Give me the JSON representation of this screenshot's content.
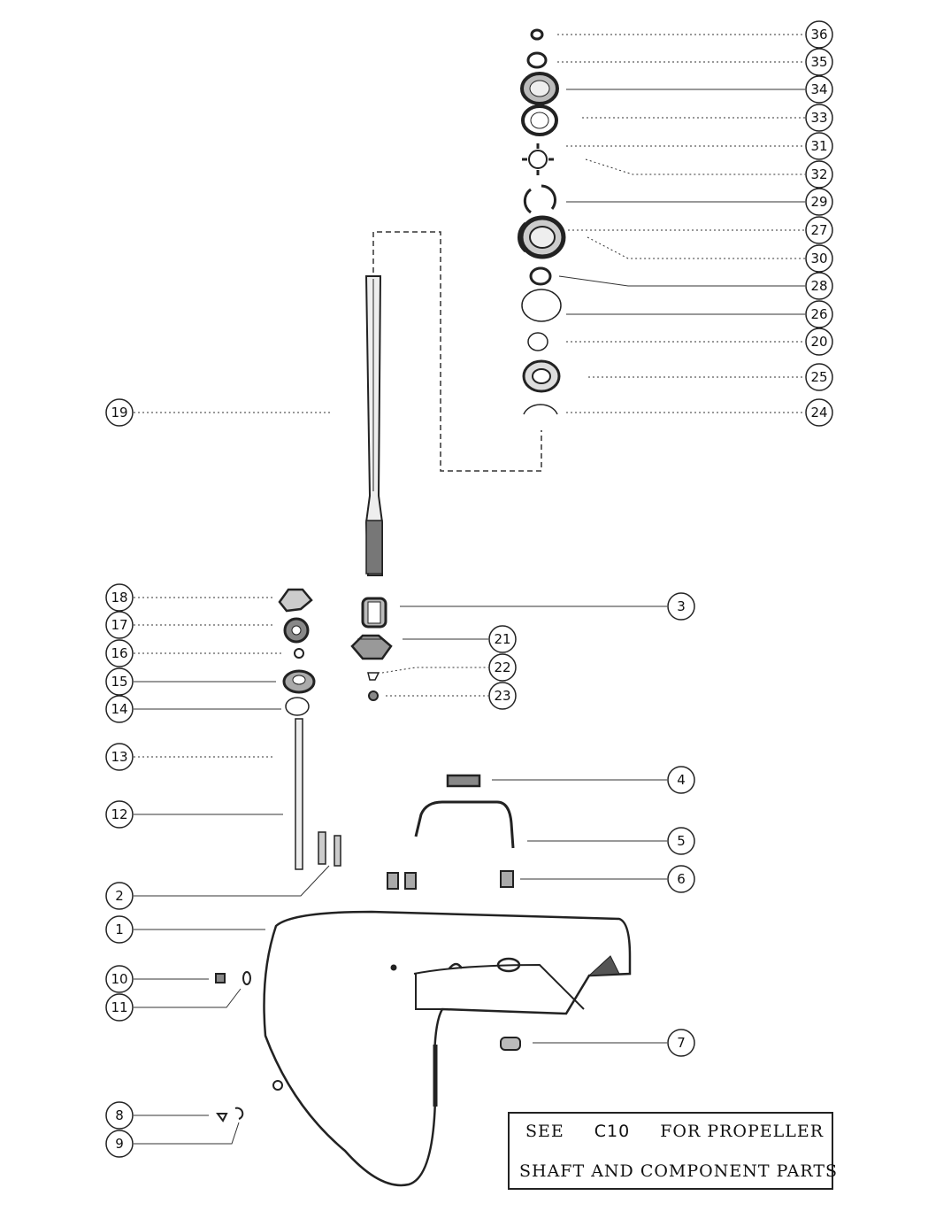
{
  "callouts": [
    {
      "id": "c36",
      "label": "36"
    },
    {
      "id": "c35",
      "label": "35"
    },
    {
      "id": "c34",
      "label": "34"
    },
    {
      "id": "c33",
      "label": "33"
    },
    {
      "id": "c31",
      "label": "31"
    },
    {
      "id": "c32",
      "label": "32"
    },
    {
      "id": "c29",
      "label": "29"
    },
    {
      "id": "c27",
      "label": "27"
    },
    {
      "id": "c30",
      "label": "30"
    },
    {
      "id": "c28",
      "label": "28"
    },
    {
      "id": "c26",
      "label": "26"
    },
    {
      "id": "c20",
      "label": "20"
    },
    {
      "id": "c25",
      "label": "25"
    },
    {
      "id": "c24",
      "label": "24"
    },
    {
      "id": "c19",
      "label": "19"
    },
    {
      "id": "c18",
      "label": "18"
    },
    {
      "id": "c17",
      "label": "17"
    },
    {
      "id": "c16",
      "label": "16"
    },
    {
      "id": "c15",
      "label": "15"
    },
    {
      "id": "c14",
      "label": "14"
    },
    {
      "id": "c13",
      "label": "13"
    },
    {
      "id": "c12",
      "label": "12"
    },
    {
      "id": "c2",
      "label": "2"
    },
    {
      "id": "c1",
      "label": "1"
    },
    {
      "id": "c10",
      "label": "10"
    },
    {
      "id": "c11",
      "label": "11"
    },
    {
      "id": "c8",
      "label": "8"
    },
    {
      "id": "c9",
      "label": "9"
    },
    {
      "id": "c3",
      "label": "3"
    },
    {
      "id": "c21",
      "label": "21"
    },
    {
      "id": "c22",
      "label": "22"
    },
    {
      "id": "c23",
      "label": "23"
    },
    {
      "id": "c4",
      "label": "4"
    },
    {
      "id": "c5",
      "label": "5"
    },
    {
      "id": "c6",
      "label": "6"
    },
    {
      "id": "c7",
      "label": "7"
    }
  ],
  "note": {
    "see": "SEE",
    "ref": "C10",
    "line1_rest": "FOR PROPELLER",
    "line2": "SHAFT AND COMPONENT PARTS"
  },
  "colors": {
    "ink": "#111111",
    "paper": "#ffffff",
    "shade": "#555555"
  }
}
